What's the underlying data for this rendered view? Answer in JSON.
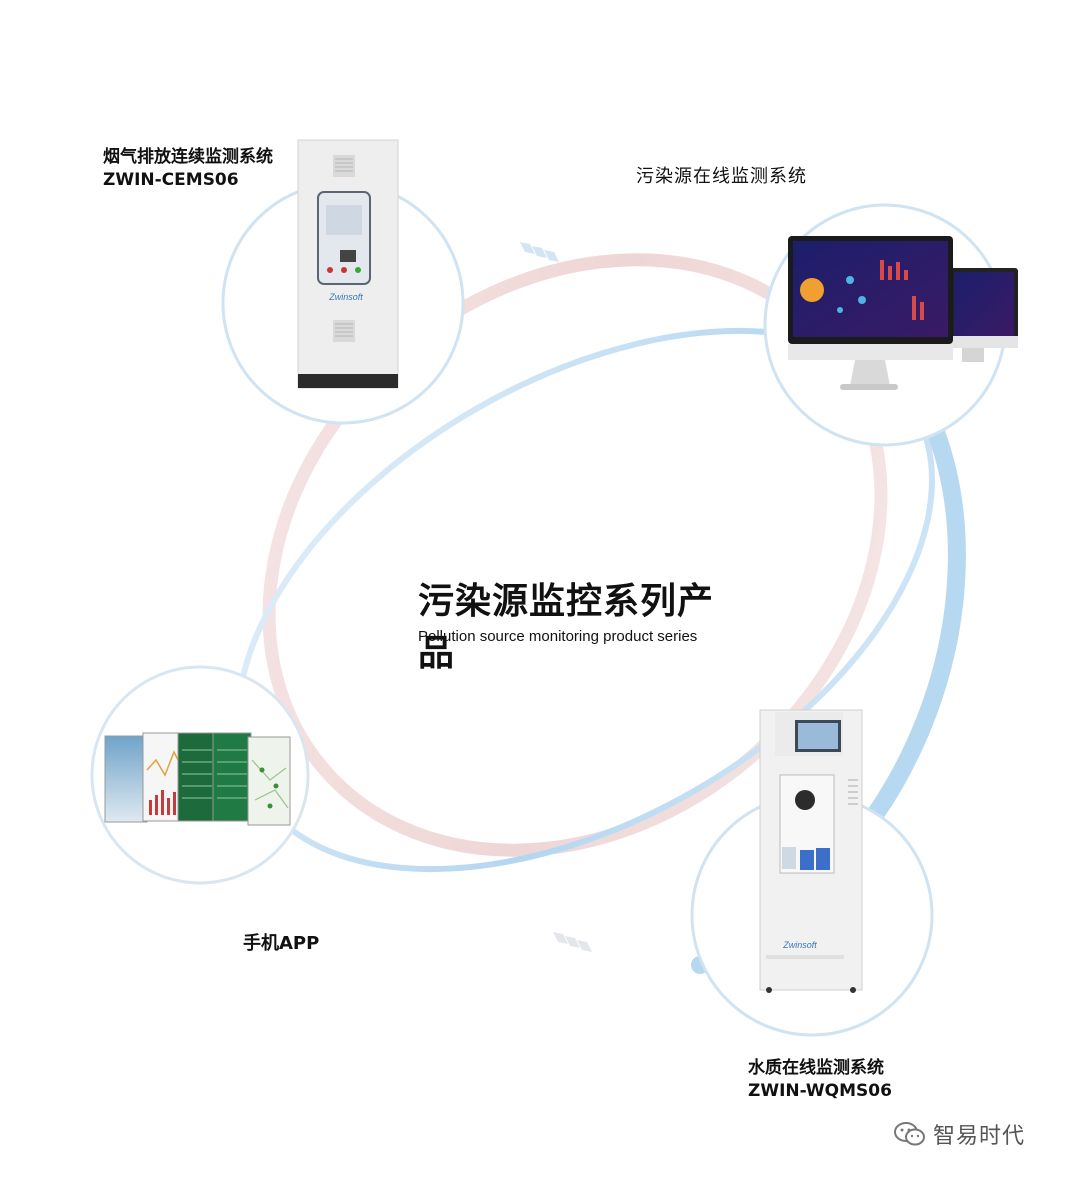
{
  "products": {
    "cems": {
      "title": "烟气排放连续监测系统",
      "model": "ZWIN-CEMS06"
    },
    "platform": {
      "title": "污染源在线监测系统"
    },
    "app": {
      "title": "手机APP"
    },
    "wqms": {
      "title": "水质在线监测系统",
      "model": "ZWIN-WQMS06"
    }
  },
  "center": {
    "title": "污染源监控系列产品",
    "subtitle": "Pollution source monitoring product series"
  },
  "cabinet_brand": "Zwinsoft",
  "watermark": {
    "text": "智易时代",
    "icon": "wechat-icon"
  },
  "colors": {
    "ring_blue": "#c3ddf1",
    "ring_pink": "#f1dcdc",
    "accent_blue": "#9ccbee"
  }
}
